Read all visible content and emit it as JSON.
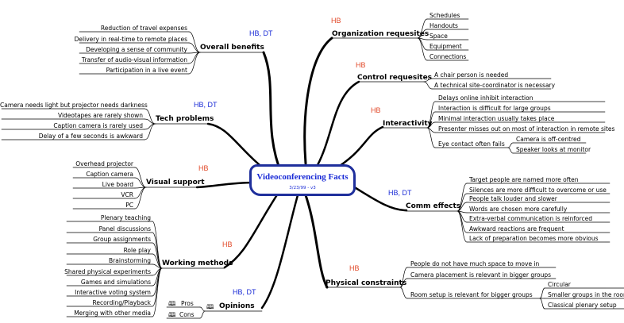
{
  "center": {
    "title": "Videoconferencing Facts",
    "date": "3/23/99 - v3"
  },
  "branches": {
    "overall_benefits": {
      "label": "Overall benefits",
      "tag": "HB, DT",
      "items": [
        "Reduction of travel expenses",
        "Delivery in real-time to remote places",
        "Developing a sense of community",
        "Transfer of audio-visual information",
        "Participation in a live event"
      ]
    },
    "tech_problems": {
      "label": "Tech problems",
      "tag": "HB, DT",
      "items": [
        "Camera needs light but projector needs darkness",
        "Videotapes are rarely shown",
        "Caption camera is rarely used",
        "Delay of a few seconds is awkward"
      ]
    },
    "visual_support": {
      "label": "Visual support",
      "tag": "HB",
      "items": [
        "Overhead projector",
        "Caption camera",
        "Live board",
        "VCR",
        "PC"
      ]
    },
    "working_methods": {
      "label": "Working methods",
      "tag": "HB",
      "items": [
        "Plenary teaching",
        "Panel discussions",
        "Group assignments",
        "Role play",
        "Brainstorming",
        "Shared physical experiments",
        "Games and simulations",
        "Interactive voting system",
        "Recording/Playback",
        "Merging with other media"
      ]
    },
    "opinions": {
      "label": "Opinions",
      "tag": "HB, DT",
      "items": [
        "Pros",
        "Cons"
      ]
    },
    "organization": {
      "label": "Organization requesites",
      "tag": "HB",
      "items": [
        "Schedules",
        "Handouts",
        "Space",
        "Equipment",
        "Connections"
      ]
    },
    "control": {
      "label": "Control requesites",
      "tag": "HB",
      "items": [
        "A chair person is needed",
        "A technical site-coordinator is necessary"
      ]
    },
    "interactivity": {
      "label": "Interactivity",
      "tag": "HB",
      "items": [
        "Delays online inhibit interaction",
        "Interaction is difficult for large groups",
        "Minimal interaction usually takes place",
        "Presenter misses out on most of interaction in remote sites",
        "Eye contact often fails"
      ],
      "sub": [
        "Camera is off-centred",
        "Speaker looks at monitor"
      ]
    },
    "comm_effects": {
      "label": "Comm effects",
      "tag": "HB, DT",
      "items": [
        "Target people are named more often",
        "Silences are more difficult to overcome or use",
        "People talk louder and slower",
        "Words are chosen more carefully",
        "Extra-verbal communication is reinforced",
        "Awkward reactions are frequent",
        "Lack of preparation becomes more obvious"
      ]
    },
    "physical": {
      "label": "Physical constraints",
      "tag": "HB",
      "items": [
        "People do not have much space to move in",
        "Camera placement is relevant in bigger groups",
        "Room setup is relevant for bigger groups"
      ],
      "sub": [
        "Circular",
        "Smaller groups in the room",
        "Classical plenary setup"
      ]
    }
  }
}
